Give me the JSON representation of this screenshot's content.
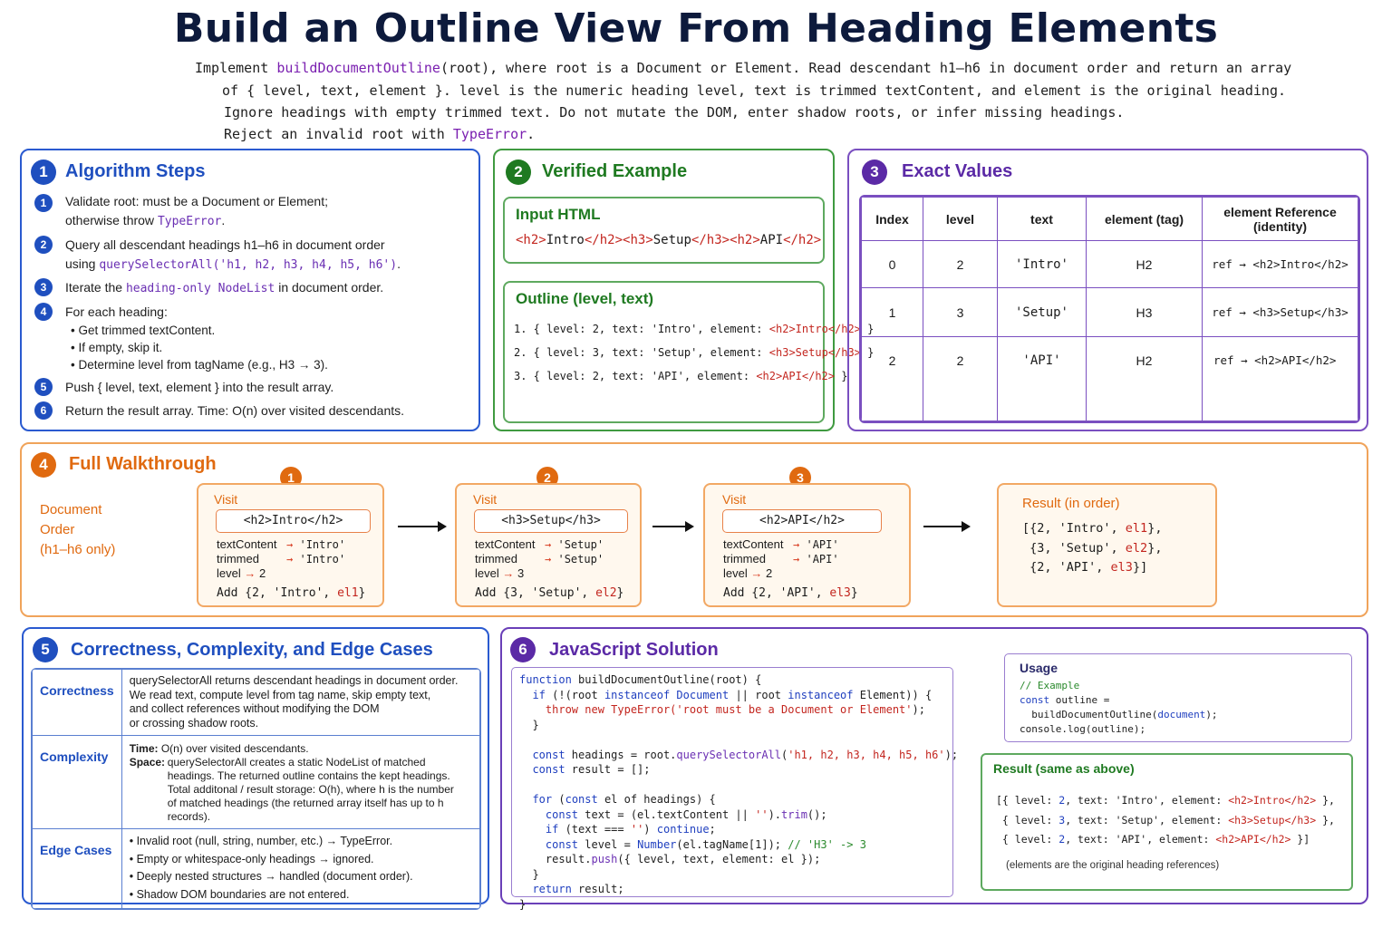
{
  "title": "Build an Outline View From Heading Elements",
  "intro": {
    "l1a": "Implement ",
    "fn": "buildDocumentOutline",
    "l1b": "(root), where root is a Document or Element. Read descendant h1–h6 in document order and return an array",
    "l2": "of { level, text, element }. level is the numeric heading level, text is trimmed textContent, and element is the original heading.",
    "l3": "Ignore headings with empty trimmed text. Do not mutate the DOM, enter shadow roots, or infer missing headings.",
    "l4a": "Reject an invalid root with ",
    "l4err": "TypeError",
    "l4b": "."
  },
  "colors": {
    "blue": "#1f4fbf",
    "green": "#1f7a21",
    "purple": "#5b2aa6",
    "orange": "#e06a10"
  },
  "panels": {
    "algorithm": {
      "num": "1",
      "title": "Algorithm Steps",
      "s1a": "Validate root: must be a Document or Element;",
      "s1b": "otherwise throw ",
      "s1err": "TypeError",
      "s1c": ".",
      "s2a": "Query all descendant headings h1–h6 in document order",
      "s2b": "using ",
      "s2code": "querySelectorAll('h1, h2, h3, h4, h5, h6')",
      "s2c": ".",
      "s3a": "Iterate the ",
      "s3code": "heading-only NodeList",
      "s3b": " in document order.",
      "s4": "For each heading:",
      "s4bullets": [
        "Get trimmed textContent.",
        "If empty, skip it.",
        "Determine level from tagName (e.g., H3 → 3)."
      ],
      "s5": "Push { level, text, element } into the result array.",
      "s6": "Return the result array. Time: O(n) over visited descendants.",
      "nums": [
        "1",
        "2",
        "3",
        "4",
        "5",
        "6"
      ]
    },
    "example": {
      "num": "2",
      "title": "Verified Example",
      "input_title": "Input HTML",
      "input": [
        "<h2>",
        "Intro",
        "</h2>",
        "<h3>",
        "Setup",
        "</h3>",
        "<h2>",
        "API",
        "</h2>"
      ],
      "outline_title": "Outline (level, text)",
      "rows": [
        {
          "pre": "1. { level: 2, text: 'Intro', element: ",
          "el": "<h2>Intro</h2>",
          "post": " }"
        },
        {
          "pre": "2. { level: 3, text: 'Setup', element: ",
          "el": "<h3>Setup</h3>",
          "post": " }"
        },
        {
          "pre": "3. { level: 2, text: 'API', element: ",
          "el": "<h2>API</h2>",
          "post": " }"
        }
      ]
    },
    "values": {
      "num": "3",
      "title": "Exact Values",
      "headers": [
        "Index",
        "level",
        "text",
        "element (tag)",
        "element Reference (identity)"
      ],
      "rows": [
        [
          "0",
          "2",
          "'Intro'",
          "H2",
          "ref → <h2>Intro</h2>"
        ],
        [
          "1",
          "3",
          "'Setup'",
          "H3",
          "ref → <h3>Setup</h3>"
        ],
        [
          "2",
          "2",
          "'API'",
          "H2",
          "ref → <h2>API</h2>"
        ]
      ]
    },
    "walkthrough": {
      "num": "4",
      "title": "Full Walkthrough",
      "side": [
        "Document",
        "Order",
        "(h1–h6 only)"
      ],
      "steps": [
        {
          "n": "1",
          "visit": "Visit",
          "html": "<h2>Intro</h2>",
          "tc": "'Intro'",
          "tr": "'Intro'",
          "lv": "2",
          "add": "Add {2, 'Intro', ",
          "el": "el1",
          "close": "}"
        },
        {
          "n": "2",
          "visit": "Visit",
          "html": "<h3>Setup</h3>",
          "tc": "'Setup'",
          "tr": "'Setup'",
          "lv": "3",
          "add": "Add {3, 'Setup', ",
          "el": "el2",
          "close": "}"
        },
        {
          "n": "3",
          "visit": "Visit",
          "html": "<h2>API</h2>",
          "tc": "'API'",
          "tr": "'API'",
          "lv": "2",
          "add": "Add {2, 'API', ",
          "el": "el3",
          "close": "}"
        }
      ],
      "labels": {
        "textContent": "textContent",
        "trimmed": "trimmed",
        "level": "level",
        "arrow": "→"
      },
      "result_title": "Result (in order)",
      "result": [
        {
          "pre": "[{2, 'Intro', ",
          "el": "el1",
          "post": "},"
        },
        {
          "pre": " {3, 'Setup', ",
          "el": "el2",
          "post": "},"
        },
        {
          "pre": " {2, 'API', ",
          "el": "el3",
          "post": "}]"
        }
      ]
    },
    "correctness": {
      "num": "5",
      "title": "Correctness, Complexity, and Edge Cases",
      "c_head": "Correctness",
      "c_lines": [
        "querySelectorAll returns descendant headings in document order.",
        "We read text, compute level from tag name, skip empty text,",
        "and collect references without modifying the DOM",
        "or crossing shadow roots."
      ],
      "x_head": "Complexity",
      "x_time_label": "Time:",
      "x_time": " O(n) over visited descendants.",
      "x_space_label": "Space:",
      "x_space": [
        "querySelectorAll creates a static NodeList of matched",
        "headings. The returned outline contains the kept headings.",
        "Total additonal / result storage: O(h), where h is the number",
        "of matched headings (the returned array itself has up to h records)."
      ],
      "e_head": "Edge Cases",
      "e_items": [
        "Invalid root (null, string, number, etc.) → TypeError.",
        "Empty or whitespace-only headings → ignored.",
        "Deeply nested structures → handled (document order).",
        "Shadow DOM boundaries are not entered."
      ]
    },
    "solution": {
      "num": "6",
      "title": "JavaScript Solution",
      "usage_title": "Usage",
      "usage_comment": "// Example",
      "usage_l1": "const outline =",
      "usage_l2a": "  buildDocumentOutline(",
      "usage_l2b": "document",
      "usage_l2c": ");",
      "usage_l3": "console.log(outline);",
      "result_title": "Result (same as above)",
      "result_rows": [
        {
          "pre": "[{ level: ",
          "lv": "2",
          "mid": ", text: 'Intro', element: ",
          "el": "<h2>Intro</h2>",
          "post": " },"
        },
        {
          "pre": " { level: ",
          "lv": "3",
          "mid": ", text: 'Setup', element: ",
          "el": "<h3>Setup</h3>",
          "post": " },"
        },
        {
          "pre": " { level: ",
          "lv": "2",
          "mid": ", text: 'API', element: ",
          "el": "<h2>API</h2>",
          "post": " }]"
        }
      ],
      "result_note": "(elements are the original heading references)"
    }
  }
}
